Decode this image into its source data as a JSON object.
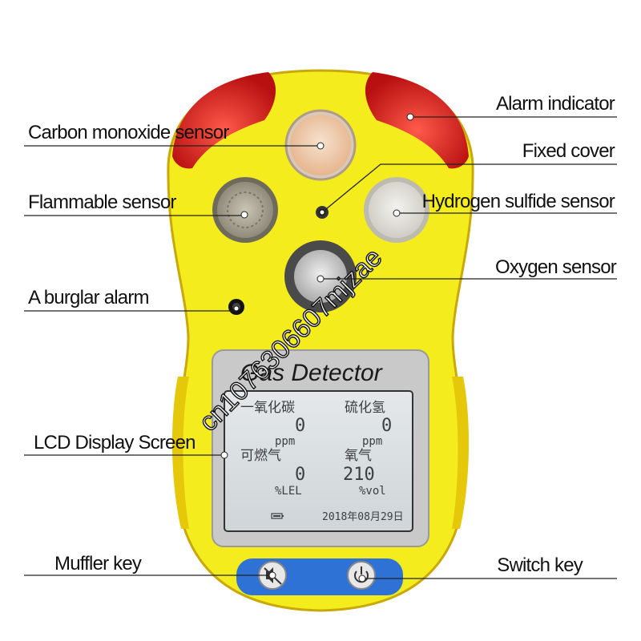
{
  "labels": {
    "carbon_monoxide_sensor": "Carbon monoxide sensor",
    "flammable_sensor": "Flammable sensor",
    "a_burglar_alarm": "A burglar alarm",
    "lcd_display_screen": "LCD Display Screen",
    "muffler_key": "Muffler key",
    "alarm_indicator": "Alarm indicator",
    "fixed_cover": "Fixed cover",
    "hydrogen_sulfide_sensor": "Hydrogen sulfide sensor",
    "oxygen_sensor": "Oxygen sensor",
    "switch_key": "Switch key"
  },
  "device": {
    "title": "Gas Detector",
    "body_color": "#f4ec1c",
    "alarm_color": "#d81c1c",
    "button_panel_color": "#2f72d6"
  },
  "lcd": {
    "gas1_name": "一氧化碳",
    "gas1_value": "0",
    "gas1_unit": "ppm",
    "gas2_name": "硫化氢",
    "gas2_value": "0",
    "gas2_unit": "ppm",
    "gas3_name": "可燃气",
    "gas3_value": "0",
    "gas3_unit": "%LEL",
    "gas4_name": "氧气",
    "gas4_value": "210",
    "gas4_unit": "%vol",
    "date": "2018年08月29日"
  },
  "watermark": "cn1076306607mjzae"
}
